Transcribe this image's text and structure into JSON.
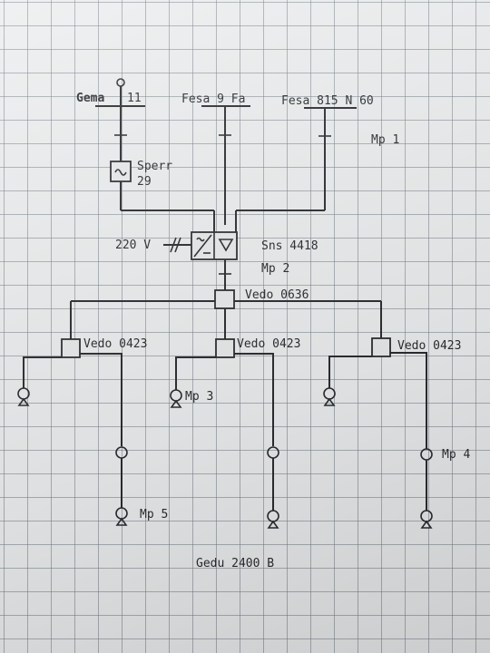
{
  "labels": {
    "gema": "Gema",
    "gema_num": "11",
    "fesa_left": "Fesa 9 Fa",
    "fesa_right": "Fesa 815 N 60",
    "mp1": "Mp 1",
    "sperr": "Sperr",
    "sperr_num": "29",
    "voltage": "220 V",
    "sns": "Sns 4418",
    "mp2": "Mp  2",
    "vedo_main": "Vedo 0636",
    "vedo_left": "Vedo 0423",
    "vedo_mid": "Vedo 0423",
    "vedo_right": "Vedo 0423",
    "mp3": "Mp 3",
    "mp4": "Mp 4",
    "mp5": "Mp 5",
    "footer": "Gedu 2400 B"
  },
  "colors": {
    "ink": "#2b2d30",
    "paper": "#eceeef",
    "grid": "#78808a"
  }
}
